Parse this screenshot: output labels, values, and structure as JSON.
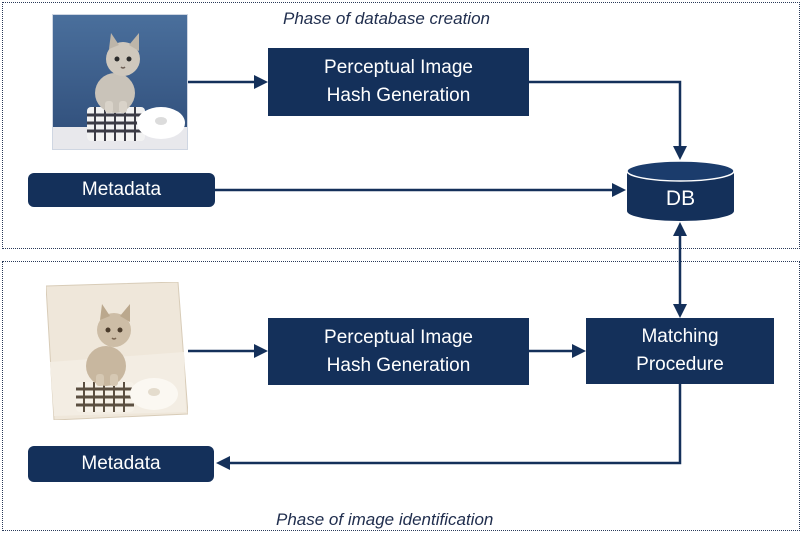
{
  "phases": {
    "creation_label": "Phase of database creation",
    "identification_label": "Phase of image identification"
  },
  "nodes": {
    "hash_generation_top": "Perceptual Image\nHash Generation",
    "hash_generation_bottom": "Perceptual Image\nHash Generation",
    "db": "DB",
    "metadata_top": "Metadata",
    "metadata_bottom": "Metadata",
    "matching": "Matching\nProcedure"
  },
  "colors": {
    "node_fill": "#14305a",
    "arrow": "#14305a",
    "phase_border": "#2a3a5a",
    "label_text": "#1f2d4d"
  },
  "images": {
    "original_photo": "kitten-photo",
    "query_photo": "kitten-photo-sepia-rotated"
  }
}
